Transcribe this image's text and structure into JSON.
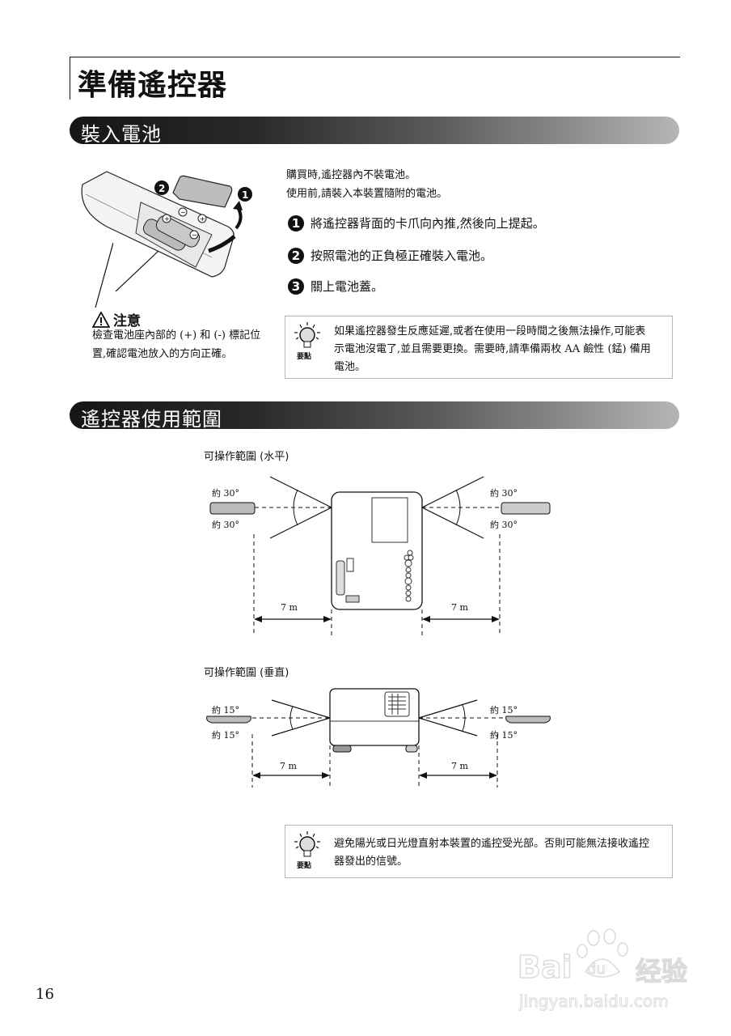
{
  "page": {
    "title": "準備遙控器",
    "page_number": "16"
  },
  "section_battery": {
    "banner": "裝入電池",
    "intro": [
      "購買時,遙控器內不裝電池。",
      "使用前,請裝入本裝置隨附的電池。"
    ],
    "steps": [
      {
        "num": "1",
        "text": "將遙控器背面的卡爪向內推,然後向上提起。"
      },
      {
        "num": "2",
        "text": "按照電池的正負極正確裝入電池。"
      },
      {
        "num": "3",
        "text": "關上電池蓋。"
      }
    ],
    "illustration": {
      "callout_1": "1",
      "callout_2": "2",
      "plus": "+",
      "minus": "−"
    },
    "caution": {
      "icon": "warning-triangle-icon",
      "heading": "注意",
      "lines": [
        "檢查電池座內部的 (+) 和 (-) 標記位",
        "置,確認電池放入的方向正確。"
      ]
    },
    "tip": {
      "icon": "lightbulb-icon",
      "icon_label": "要點",
      "lines": [
        "如果遙控器發生反應延遲,或者在使用一段時間之後無法操作,可能表",
        "示電池沒電了,並且需要更換。需要時,請準備兩枚 AA 鹼性 (錳) 備用",
        "電池。"
      ]
    }
  },
  "section_range": {
    "banner": "遙控器使用範圍",
    "horizontal": {
      "caption": "可操作範圍 (水平)",
      "angle_left_top": "約 30°",
      "angle_left_bottom": "約 30°",
      "angle_right_top": "約 30°",
      "angle_right_bottom": "約 30°",
      "distance_left": "7 m",
      "distance_right": "7 m"
    },
    "vertical": {
      "caption": "可操作範圍 (垂直)",
      "angle_left_top": "約 15°",
      "angle_left_bottom": "約 15°",
      "angle_right_top": "約 15°",
      "angle_right_bottom": "約 15°",
      "distance_left": "7 m",
      "distance_right": "7 m"
    },
    "tip": {
      "icon": "lightbulb-icon",
      "icon_label": "要點",
      "lines": [
        "避免陽光或日光燈直射本裝置的遙控受光部。否則可能無法接收遙控",
        "器發出的信號。"
      ]
    }
  },
  "watermark": {
    "brand": "Bai",
    "paw_text": "du",
    "suffix": "经验",
    "url": "jingyan.baidu.com"
  }
}
